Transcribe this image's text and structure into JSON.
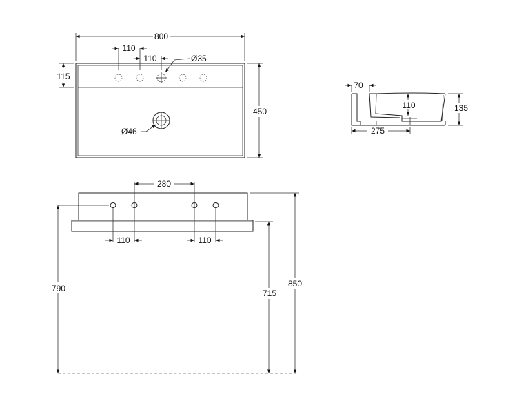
{
  "labels": {
    "width_800": "800",
    "hole_spacing_1": "110",
    "hole_spacing_2": "110",
    "tap_hole_dia": "Ø35",
    "deck_depth": "115",
    "depth_450": "450",
    "waste_dia": "Ø46",
    "side_wall": "70",
    "bowl_depth": "110",
    "side_height": "135",
    "side_width": "275",
    "front_spacing": "280",
    "front_left_110": "110",
    "front_right_110": "110",
    "height_790": "790",
    "height_715": "715",
    "height_850": "850"
  }
}
